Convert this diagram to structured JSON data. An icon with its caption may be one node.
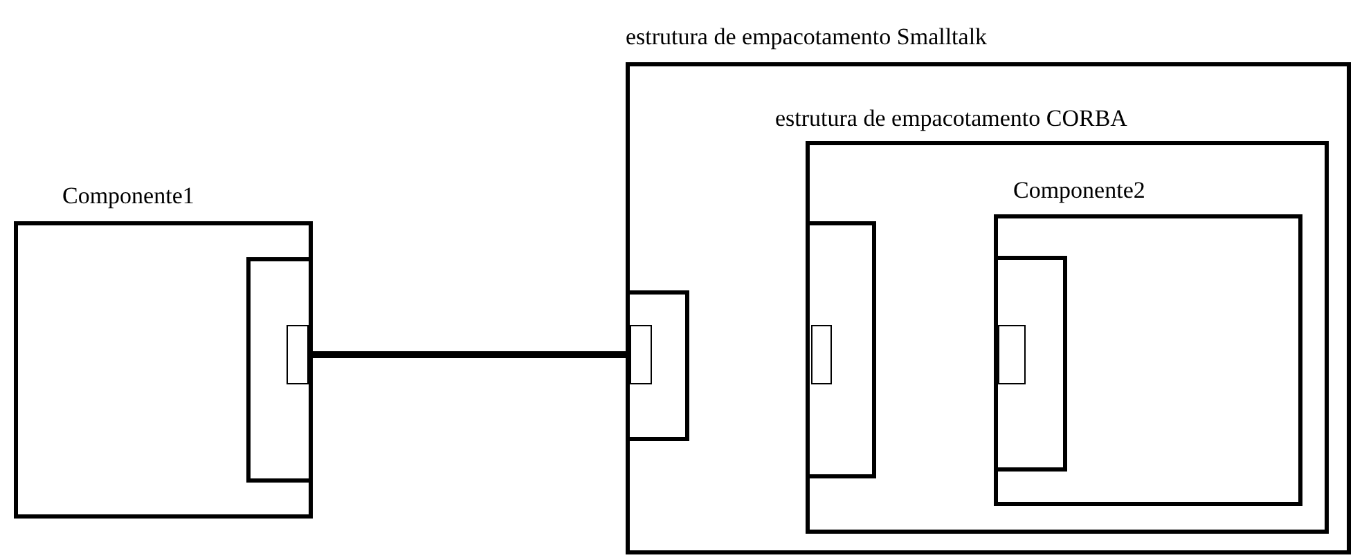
{
  "diagram": {
    "nodes": [
      {
        "text": [
          "Componente1"
        ]
      },
      {
        "text": [],
        "shape": "box",
        "in": 0
      },
      {
        "text": [],
        "shape": "box",
        "in": 1
      },
      {
        "text": [
          "estrutura de empacotamento Smalltalk"
        ]
      },
      {
        "text": [],
        "shape": "box",
        "in": 3
      },
      {
        "text": [],
        "shape": "box",
        "in": 4
      },
      {
        "text": [
          "estrutura de empacotamento CORBA"
        ],
        "in": 3
      },
      {
        "text": [],
        "shape": "box",
        "in": 6
      },
      {
        "text": [],
        "shape": "box",
        "in": 7
      },
      {
        "text": [
          "Componente2"
        ],
        "in": 6
      },
      {
        "text": [],
        "shape": "box",
        "in": 9
      },
      {
        "text": [],
        "shape": "box",
        "in": 10
      }
    ],
    "edges": [
      {
        "from": 2,
        "to": 5,
        "arrow": "none"
      }
    ]
  }
}
